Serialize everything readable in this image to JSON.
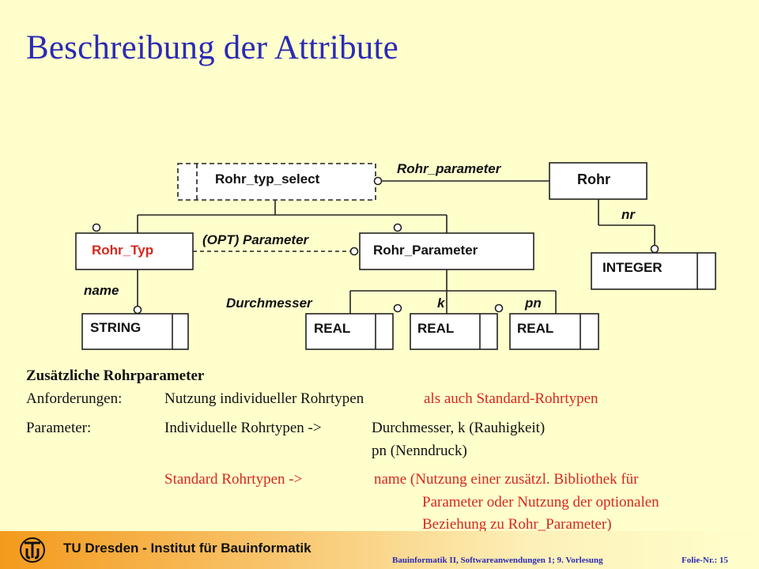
{
  "title": "Beschreibung der Attribute",
  "diagram": {
    "entities": {
      "rohr_typ_select": "Rohr_typ_select",
      "rohr": "Rohr",
      "rohr_typ": "Rohr_Typ",
      "rohr_parameter": "Rohr_Parameter",
      "integer": "INTEGER",
      "string": "STRING",
      "real_1": "REAL",
      "real_2": "REAL",
      "real_3": "REAL"
    },
    "relations": {
      "rohr_parameter": "Rohr_parameter",
      "nr": "nr",
      "opt_parameter": "(OPT) Parameter",
      "name": "name",
      "durchmesser": "Durchmesser",
      "k": "k",
      "pn": "pn"
    },
    "colors": {
      "rohr_typ": "#D8271C",
      "default_text": "#111111"
    }
  },
  "text": {
    "heading": "Zusätzliche Rohrparameter",
    "anforderungen_label": "Anforderungen:",
    "anforderungen_value": "Nutzung individueller Rohrtypen",
    "anforderungen_red": "als auch  Standard-Rohrtypen",
    "parameter_label": "Parameter:",
    "individuelle": "Individuelle Rohrtypen ->",
    "individuelle_value_1": "Durchmesser, k (Rauhigkeit)",
    "individuelle_value_2": "pn (Nenndruck)",
    "standard": "Standard Rohrtypen   ->",
    "standard_value_1": "name (Nutzung einer zusätzl. Bibliothek für",
    "standard_value_2": "Parameter oder Nutzung der optionalen",
    "standard_value_3": "Beziehung zu Rohr_Parameter)"
  },
  "footer": {
    "institute": "TU Dresden - Institut für Bauinformatik",
    "course": "Bauinformatik II, Softwareanwendungen 1;   9. Vorlesung",
    "page": "Folie-Nr.: 15",
    "logo_icon": "tu-dresden-logo-icon"
  }
}
